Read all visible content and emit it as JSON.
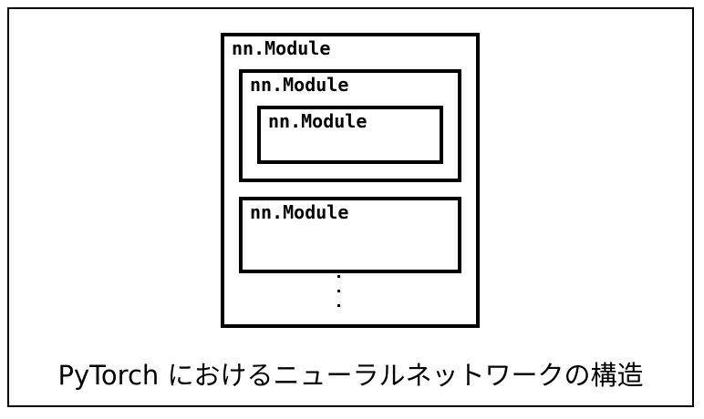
{
  "diagram": {
    "modules": {
      "outer": "nn.Module",
      "nested": "nn.Module",
      "innermost": "nn.Module",
      "second": "nn.Module"
    },
    "caption": "PyTorch におけるニューラルネットワークの構造"
  }
}
